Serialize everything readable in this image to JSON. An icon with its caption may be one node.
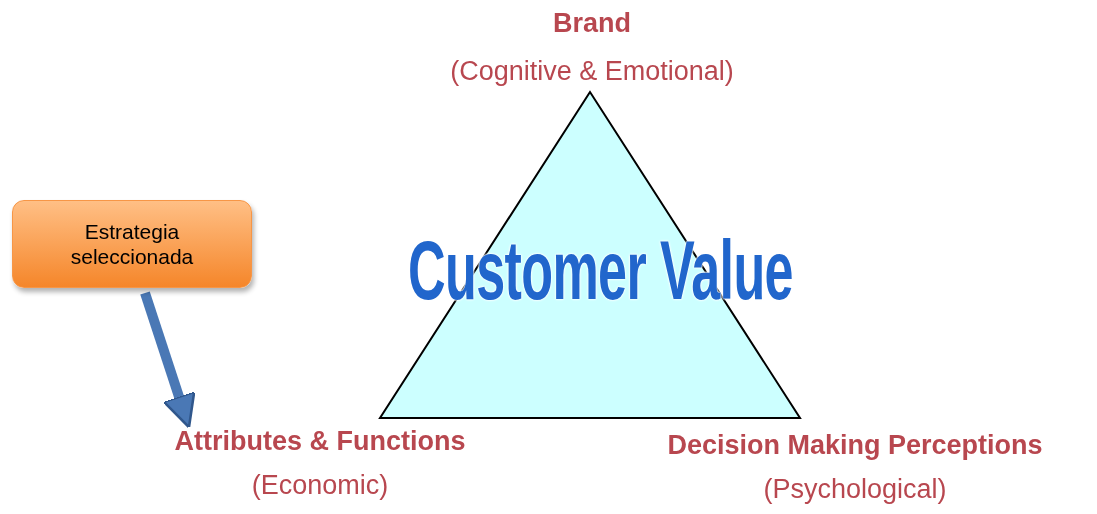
{
  "diagram": {
    "nodes": [
      {
        "text": [
          "Estrategia seleccionada"
        ]
      },
      {
        "text": [
          "Customer Value"
        ]
      },
      {
        "text": [
          "Attributes & Functions",
          "(Economic)"
        ]
      }
    ],
    "edges": [
      {
        "from": 0,
        "to": 2,
        "arrow": "to"
      }
    ],
    "labels": [
      "Brand",
      "(Cognitive & Emotional)",
      "Decision Making Perceptions",
      "(Psychological)"
    ]
  }
}
